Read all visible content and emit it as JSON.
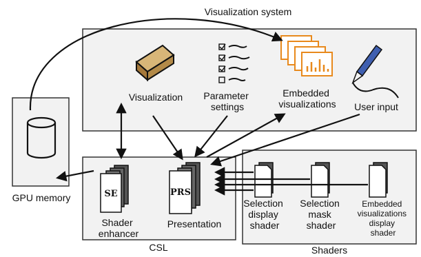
{
  "title": "Visualization system",
  "components": {
    "visualization": "Visualization",
    "parameter_settings": [
      "Parameter",
      "settings"
    ],
    "embedded_visualizations": [
      "Embedded",
      "visualizations"
    ],
    "user_input": "User input",
    "gpu_memory": "GPU memory",
    "shader_enhancer": [
      "Shader",
      "enhancer"
    ],
    "shader_enhancer_glyph": "SE",
    "presentation": "Presentation",
    "presentation_glyph": "PRS",
    "csl": "CSL",
    "shaders_group": "Shaders",
    "selection_display_shader": [
      "Selection",
      "display",
      "shader"
    ],
    "selection_mask_shader": [
      "Selection",
      "mask",
      "shader"
    ],
    "embedded_vis_display_shader": [
      "Embedded",
      "visualizations",
      "display",
      "shader"
    ]
  },
  "colors": {
    "ink": "#111111",
    "panel": "#f2f2f2",
    "panel_stroke": "#333333",
    "accent_orange": "#e8891c",
    "pen_blue": "#3f5fb0",
    "block_tan": "#b38a48"
  }
}
